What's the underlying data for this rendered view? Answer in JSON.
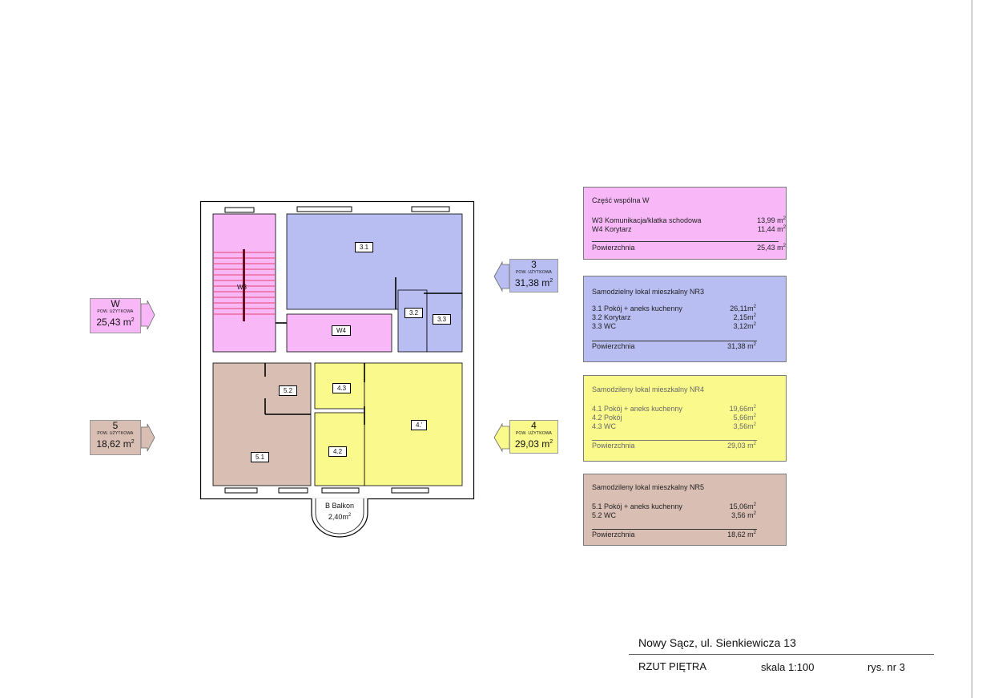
{
  "colors": {
    "common": "#f8b8f8",
    "nr3": "#b8bdf2",
    "nr4": "#fafa8c",
    "nr5": "#d9beb4",
    "stairs": "#e8436b",
    "wall": "#000000"
  },
  "rooms": {
    "r31": "3.1",
    "r32": "3.2",
    "r33": "3.3",
    "w3": "W3",
    "w4": "W4",
    "r52": "5.2",
    "r51": "5.1",
    "r43": "4.3",
    "r41": "4.'",
    "r42": "4.2",
    "balkon_name": "B Balkon",
    "balkon_area": "2,40m"
  },
  "markers": {
    "w": {
      "num": "W",
      "label": "POW. UŻYTKOWA",
      "area": "25,43 m"
    },
    "m3": {
      "num": "3",
      "label": "POW. UŻYTKOWA",
      "area": "31,38 m"
    },
    "m5": {
      "num": "5",
      "label": "POW. UŻYTKOWA",
      "area": "18,62 m"
    },
    "m4": {
      "num": "4",
      "label": "POW. UŻYTKOWA",
      "area": "29,03 m"
    }
  },
  "panels": {
    "common": {
      "title": "Część wspólna W",
      "rows": [
        {
          "label": "W3 Komunikacja/klatka schodowa",
          "value": "13,99 m"
        },
        {
          "label": "W4 Korytarz",
          "value": "11,44 m"
        }
      ],
      "total_label": "Powierzchnia",
      "total_value": "25,43 m"
    },
    "nr3": {
      "title": "Samodzielny lokal mieszkalny NR3",
      "rows": [
        {
          "label": "3.1 Pokój + aneks kuchenny",
          "value": "26,11m"
        },
        {
          "label": "3.2 Korytarz",
          "value": "2,15m"
        },
        {
          "label": "3.3 WC",
          "value": "3,12m"
        }
      ],
      "total_label": "Powierzchnia",
      "total_value": "31,38 m"
    },
    "nr4": {
      "title": "Samodzileny lokal mieszkalny NR4",
      "rows": [
        {
          "label": "4.1 Pokój + aneks kuchenny",
          "value": "19,66m"
        },
        {
          "label": "4.2 Pokój",
          "value": "5,66m"
        },
        {
          "label": "4.3 WC",
          "value": "3,56m"
        }
      ],
      "total_label": "Powierzchnia",
      "total_value": "29,03 m"
    },
    "nr5": {
      "title": "Samodzileny lokal mieszkalny NR5",
      "rows": [
        {
          "label": "5.1 Pokój + aneks kuchenny",
          "value": "15,06m"
        },
        {
          "label": "5.2 WC",
          "value": "3,56 m"
        }
      ],
      "total_label": "Powierzchnia",
      "total_value": "18,62 m"
    }
  },
  "unit_sup": "2",
  "footer": {
    "address": "Nowy Sącz,  ul. Sienkiewicza 13",
    "plan": "RZUT PIĘTRA",
    "scale": "skala 1:100",
    "drawing": "rys. nr 3"
  }
}
